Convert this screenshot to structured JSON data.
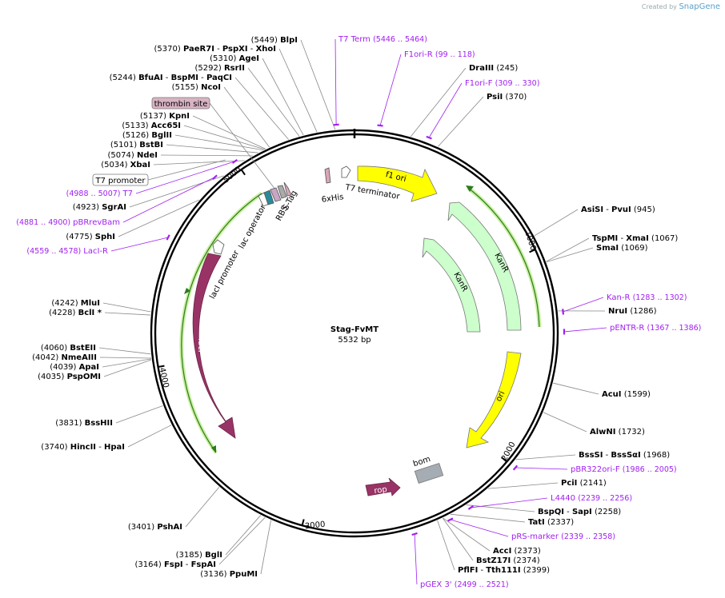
{
  "credit": {
    "prefix": "Created by",
    "brand": "SnapGene"
  },
  "plasmid": {
    "name": "Stag-FvMT",
    "size": "5532 bp",
    "length": 5532
  },
  "ticks": [
    {
      "bp": 1000,
      "label": "1000"
    },
    {
      "bp": 2000,
      "label": "2000"
    },
    {
      "bp": 3000,
      "label": "3000"
    },
    {
      "bp": 4000,
      "label": "4000"
    },
    {
      "bp": 5000,
      "label": "5000"
    }
  ],
  "enzymes": [
    {
      "name": "BlpI",
      "pos": "(5449)",
      "bp": 5449,
      "side": "L"
    },
    {
      "name": "PaeR7I",
      "pos": "(5370)",
      "bp": 5370,
      "side": "L",
      "name2": "PspXI",
      "name3": "XhoI"
    },
    {
      "name": "AgeI",
      "pos": "(5310)",
      "bp": 5310,
      "side": "L"
    },
    {
      "name": "RsrII",
      "pos": "(5292)",
      "bp": 5292,
      "side": "L"
    },
    {
      "name": "BfuAI",
      "pos": "(5244)",
      "bp": 5244,
      "side": "L",
      "name2": "BspMI",
      "name3": "PaqCI"
    },
    {
      "name": "NcoI",
      "pos": "(5155)",
      "bp": 5155,
      "side": "L"
    },
    {
      "name": "KpnI",
      "pos": "(5137)",
      "bp": 5137,
      "side": "L"
    },
    {
      "name": "Acc65I",
      "pos": "(5133)",
      "bp": 5133,
      "side": "L"
    },
    {
      "name": "BglII",
      "pos": "(5126)",
      "bp": 5126,
      "side": "L"
    },
    {
      "name": "BstBI",
      "pos": "(5101)",
      "bp": 5101,
      "side": "L"
    },
    {
      "name": "NdeI",
      "pos": "(5074)",
      "bp": 5074,
      "side": "L"
    },
    {
      "name": "XbaI",
      "pos": "(5034)",
      "bp": 5034,
      "side": "L"
    },
    {
      "name": "SgrAI",
      "pos": "(4923)",
      "bp": 4923,
      "side": "L"
    },
    {
      "name": "SphI",
      "pos": "(4775)",
      "bp": 4775,
      "side": "L"
    },
    {
      "name": "MluI",
      "pos": "(4242)",
      "bp": 4242,
      "side": "L"
    },
    {
      "name": "BclI *",
      "pos": "(4228)",
      "bp": 4228,
      "side": "L"
    },
    {
      "name": "BstEII",
      "pos": "(4060)",
      "bp": 4060,
      "side": "L"
    },
    {
      "name": "NmeAIII",
      "pos": "(4042)",
      "bp": 4042,
      "side": "L"
    },
    {
      "name": "ApaI",
      "pos": "(4039)",
      "bp": 4039,
      "side": "L"
    },
    {
      "name": "PspOMI",
      "pos": "(4035)",
      "bp": 4035,
      "side": "L"
    },
    {
      "name": "BssHII",
      "pos": "(3831)",
      "bp": 3831,
      "side": "L"
    },
    {
      "name": "HincII",
      "pos": "(3740)",
      "bp": 3740,
      "side": "L",
      "name2": "HpaI"
    },
    {
      "name": "PshAI",
      "pos": "(3401)",
      "bp": 3401,
      "side": "L"
    },
    {
      "name": "BglI",
      "pos": "(3185)",
      "bp": 3185,
      "side": "L"
    },
    {
      "name": "FspI",
      "pos": "(3164)",
      "bp": 3164,
      "side": "L",
      "name2": "FspAI"
    },
    {
      "name": "PpuMI",
      "pos": "(3136)",
      "bp": 3136,
      "side": "L"
    },
    {
      "name": "DraIII",
      "pos": "(245)",
      "bp": 245,
      "side": "R"
    },
    {
      "name": "PsiI",
      "pos": "(370)",
      "bp": 370,
      "side": "R"
    },
    {
      "name": "AsiSI",
      "pos": "(945)",
      "bp": 945,
      "side": "R",
      "name2": "PvuI"
    },
    {
      "name": "TspMI",
      "pos": "(1067)",
      "bp": 1067,
      "side": "R",
      "name2": "XmaI"
    },
    {
      "name": "SmaI",
      "pos": "(1069)",
      "bp": 1069,
      "side": "R"
    },
    {
      "name": "NruI",
      "pos": "(1286)",
      "bp": 1286,
      "side": "R"
    },
    {
      "name": "AcuI",
      "pos": "(1599)",
      "bp": 1599,
      "side": "R"
    },
    {
      "name": "AlwNI",
      "pos": "(1732)",
      "bp": 1732,
      "side": "R"
    },
    {
      "name": "BssSI",
      "pos": "(1968)",
      "bp": 1968,
      "side": "R",
      "name2": "BssSαI"
    },
    {
      "name": "PciI",
      "pos": "(2141)",
      "bp": 2141,
      "side": "R"
    },
    {
      "name": "BspQI",
      "pos": "(2258)",
      "bp": 2258,
      "side": "R",
      "name2": "SapI"
    },
    {
      "name": "TatI",
      "pos": "(2337)",
      "bp": 2337,
      "side": "R"
    },
    {
      "name": "AccI",
      "pos": "(2373)",
      "bp": 2373,
      "side": "R"
    },
    {
      "name": "BstZ17I",
      "pos": "(2374)",
      "bp": 2374,
      "side": "R"
    },
    {
      "name": "PflFI",
      "pos": "(2399)",
      "bp": 2399,
      "side": "R",
      "name2": "Tth111I"
    }
  ],
  "primers": [
    {
      "name": "T7 Term",
      "range": "(5446 .. 5464)",
      "bp": 5455,
      "side": "R"
    },
    {
      "name": "F1ori-R",
      "range": "(99 .. 118)",
      "bp": 108,
      "side": "R"
    },
    {
      "name": "F1ori-F",
      "range": "(309 .. 330)",
      "bp": 320,
      "side": "R"
    },
    {
      "name": "Kan-R",
      "range": "(1283 .. 1302)",
      "bp": 1292,
      "side": "R"
    },
    {
      "name": "pENTR-R",
      "range": "(1367 .. 1386)",
      "bp": 1376,
      "side": "R"
    },
    {
      "name": "pBR322ori-F",
      "range": "(1986 .. 2005)",
      "bp": 1996,
      "side": "R"
    },
    {
      "name": "L4440",
      "range": "(2239 .. 2256)",
      "bp": 2248,
      "side": "R"
    },
    {
      "name": "pRS-marker",
      "range": "(2339 .. 2358)",
      "bp": 2348,
      "side": "R"
    },
    {
      "name": "pGEX 3'",
      "range": "(2499 .. 2521)",
      "bp": 2510,
      "side": "R"
    },
    {
      "name": "T7",
      "range": "(4988 .. 5007)",
      "bp": 4997,
      "side": "L"
    },
    {
      "name": "pBRrevBam",
      "range": "(4881 .. 4900)",
      "bp": 4890,
      "side": "L"
    },
    {
      "name": "LacI-R",
      "range": "(4559 .. 4578)",
      "bp": 4568,
      "side": "L"
    }
  ],
  "boxed_labels": {
    "thrombin": "thrombin site",
    "t7promoter": "T7 promoter"
  },
  "features": [
    {
      "name": "f1 ori",
      "color": "#ffff00"
    },
    {
      "name": "KanR",
      "color": "#ccffcc"
    },
    {
      "name": "ori",
      "color": "#ffff00"
    },
    {
      "name": "lacI",
      "color": "#993366"
    },
    {
      "name": "rop",
      "color": "#993366"
    },
    {
      "name": "bom",
      "color": "#a6acb3"
    },
    {
      "name": "T7 terminator"
    },
    {
      "name": "6xHis"
    },
    {
      "name": "S-Tag"
    },
    {
      "name": "RBS"
    },
    {
      "name": "lac operator"
    },
    {
      "name": "lacI promoter"
    }
  ]
}
